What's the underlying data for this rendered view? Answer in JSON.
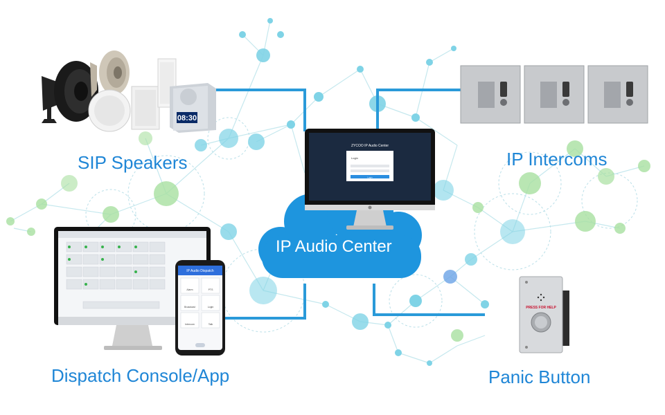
{
  "labels": {
    "sip_speakers": "SIP Speakers",
    "ip_intercoms": "IP Intercoms",
    "ip_audio_center": "IP Audio Center",
    "dispatch_console": "Dispatch Console/App",
    "panic_button": "Panic Button"
  },
  "monitor_screen": {
    "title": "ZYCOO IP Audio Center",
    "login_heading": "Login",
    "login_button": "Login"
  },
  "clock_display": "08:30",
  "panic_plate_text": "PRESS FOR HELP",
  "phone_app": {
    "title": "IP Audio Dispatch",
    "tiles": [
      "Alarm",
      "PTS",
      "Broadcast",
      "Login",
      "Intercom",
      "Talk"
    ]
  },
  "colors": {
    "label_blue": "#1f86d6",
    "line_blue": "#2a9ad9",
    "cloud_blue": "#1e95de",
    "node_cyan": "#7fd3e6",
    "node_green": "#a8e0a0"
  }
}
